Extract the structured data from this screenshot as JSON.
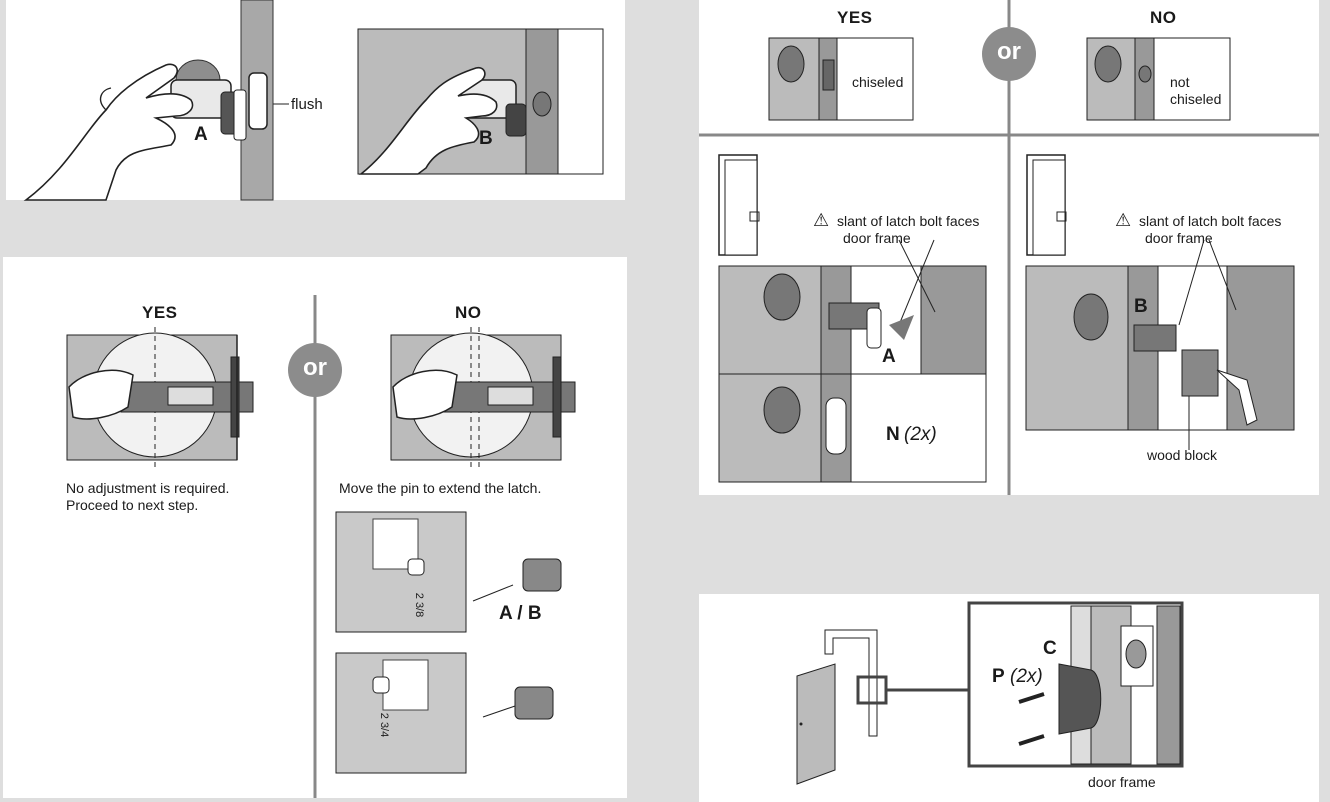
{
  "step1": {
    "flush_label": "flush",
    "part_a": "A",
    "part_b": "B"
  },
  "step2": {
    "yes_heading": "YES",
    "no_heading": "NO",
    "or_label": "or",
    "yes_text_line1": "No adjustment is required.",
    "yes_text_line2": "Proceed to next step.",
    "no_text": "Move the pin to extend the latch.",
    "ab_label": "A / B",
    "backset_238": "2 3/8",
    "backset_234": "2 3/4"
  },
  "step3": {
    "yes_heading": "YES",
    "no_heading": "NO",
    "or_label": "or",
    "chiseled": "chiseled",
    "not_chiseled_line1": "not",
    "not_chiseled_line2": "chiseled",
    "warning_line1": "slant of latch bolt faces",
    "warning_line2": "door frame",
    "part_a": "A",
    "part_b": "B",
    "screw_n": "N",
    "screw_n_qty": "(2x)",
    "wood_block": "wood block"
  },
  "step4": {
    "part_c": "C",
    "screw_p": "P",
    "screw_p_qty": "(2x)",
    "door_frame": "door frame"
  }
}
